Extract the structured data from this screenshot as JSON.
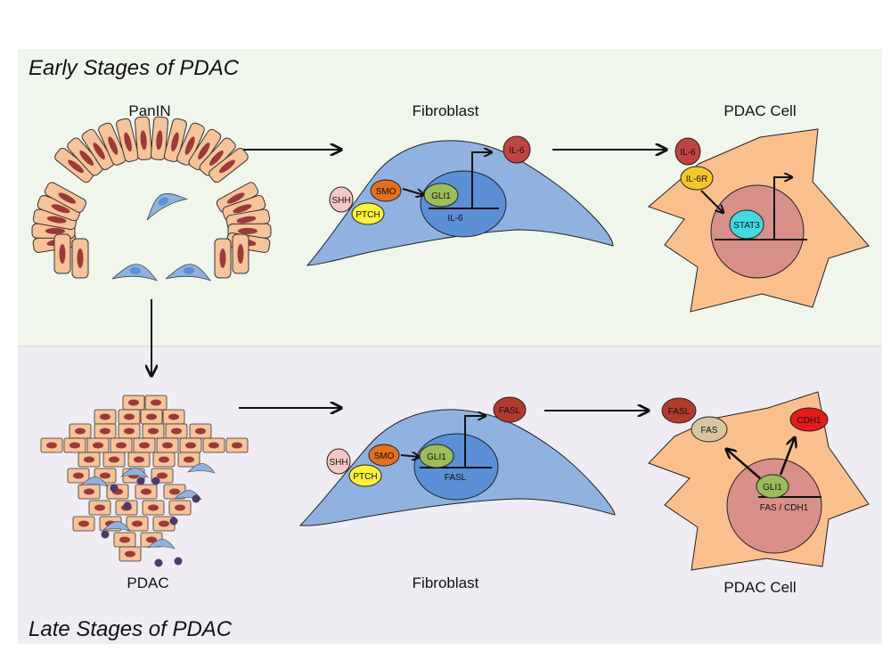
{
  "panels": {
    "early": {
      "title": "Early Stages of PDAC",
      "bg": "#f1f6ec"
    },
    "late": {
      "title": "Late Stages of PDAC",
      "bg": "#f0ecf3"
    }
  },
  "labels": {
    "panin": "PanIN",
    "fibroblast_top": "Fibroblast",
    "pdac_cell_top": "PDAC Cell",
    "pdac": "PDAC",
    "fibroblast_bottom": "Fibroblast",
    "pdac_cell_bottom": "PDAC Cell"
  },
  "molecules": {
    "top": {
      "shh": "SHH",
      "ptch": "PTCH",
      "smo": "SMO",
      "gli1": "GLI1",
      "gene": "IL-6",
      "il6": "IL-6",
      "il6_on_cell": "IL-6",
      "il6r": "IL-6R",
      "stat3": "STAT3"
    },
    "bottom": {
      "shh": "SHH",
      "ptch": "PTCH",
      "smo": "SMO",
      "gli1": "GLI1",
      "gene": "FASL",
      "fasl": "FASL",
      "fasl_on_cell": "FASL",
      "fas": "FAS",
      "cdh1": "CDH1",
      "gli1_cell": "GLI1",
      "gene_cell": "FAS /  CDH1"
    }
  },
  "colors": {
    "fibroblast": "#8fb2e0",
    "fibroblast_nucleus": "#5b8fd6",
    "pdac_cell": "#f9c08e",
    "pdac_nucleus": "#d98f8a",
    "epithelial_cell": "#f6c39a",
    "epithelial_nucleus": "#9b3a3a",
    "shh": "#f3c7c4",
    "ptch": "#fbf33a",
    "smo": "#e2701d",
    "gli1": "#9cbd5c",
    "il6": "#c0443f",
    "il6r": "#f8c62a",
    "stat3": "#43d9e3",
    "fasl": "#b23b2d",
    "fas": "#d7c6a0",
    "cdh1": "#e41b1b",
    "immune_cell": "#4e3a6b"
  }
}
